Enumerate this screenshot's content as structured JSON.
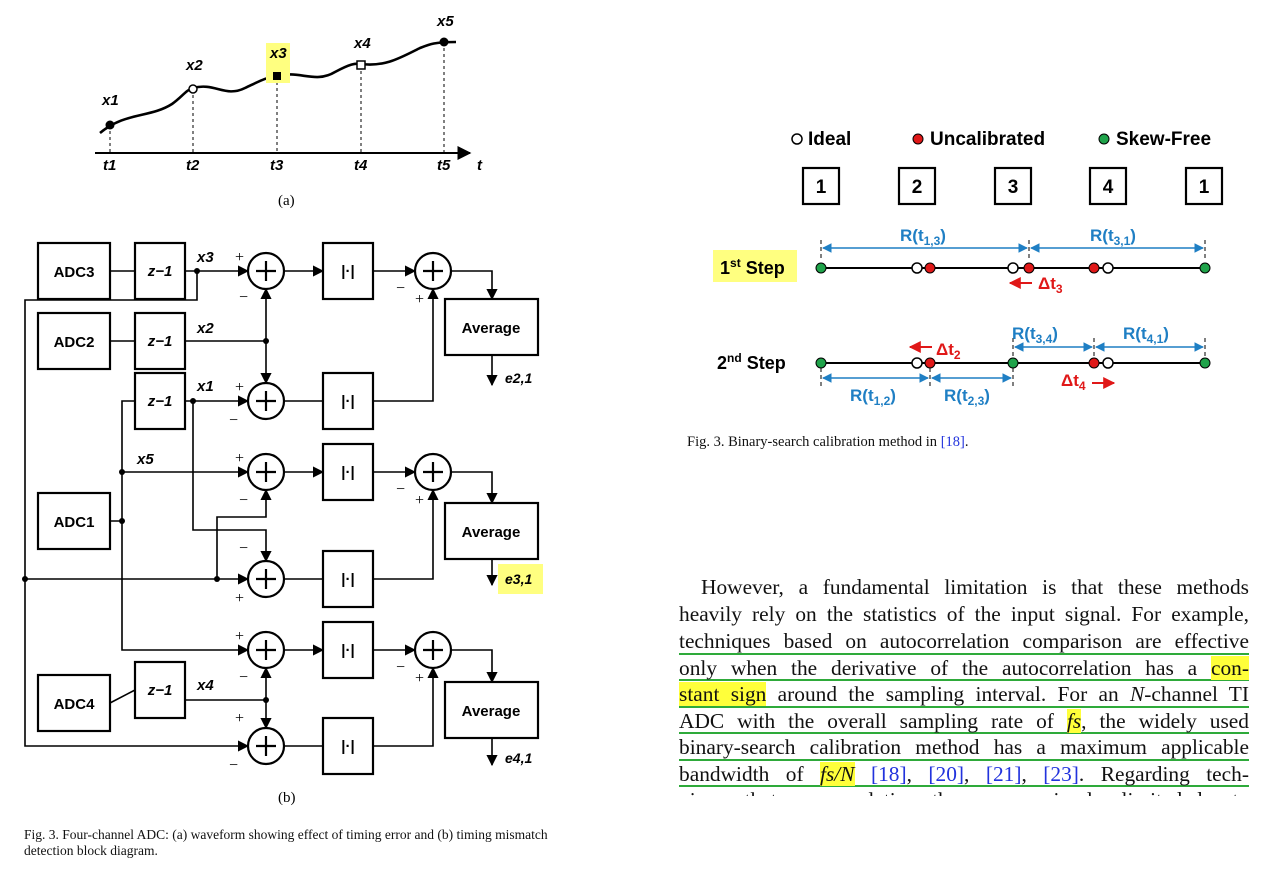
{
  "waveform": {
    "points": [
      "x1",
      "x2",
      "x3",
      "x4",
      "x5"
    ],
    "times": [
      "t1",
      "t2",
      "t3",
      "t4",
      "t5"
    ],
    "t_axis": "t",
    "subfig_label": "(a)"
  },
  "blockdiagram": {
    "adc1": "ADC1",
    "adc2": "ADC2",
    "adc3": "ADC3",
    "adc4": "ADC4",
    "delay": "z−1",
    "abs": "|·|",
    "average": "Average",
    "signals": [
      "x3",
      "x2",
      "x1",
      "x5",
      "x4"
    ],
    "outputs": [
      "e2,1",
      "e3,1",
      "e4,1"
    ],
    "subfig_label": "(b)"
  },
  "caption_left": "Fig. 3.   Four-channel ADC: (a) waveform showing effect of timing error and (b) timing mismatch detection block diagram.",
  "legend": {
    "ideal": "Ideal",
    "uncalibrated": "Uncalibrated",
    "skew_free": "Skew-Free"
  },
  "channels": [
    "1",
    "2",
    "3",
    "4",
    "1"
  ],
  "step1": {
    "label": "1st Step",
    "r_left": "R(t1,3)",
    "r_right": "R(t3,1)",
    "delta": "Δt3"
  },
  "step2": {
    "label": "2nd Step",
    "r_t12": "R(t1,2)",
    "r_t23": "R(t2,3)",
    "r_t34": "R(t3,4)",
    "r_t41": "R(t4,1)",
    "delta2": "Δt2",
    "delta4": "Δt4"
  },
  "caption_right": {
    "prefix": "Fig. 3.   Binary-search calibration method in ",
    "ref": "[18]",
    "suffix": "."
  },
  "paragraph": {
    "l1": "However, a fundamental limitation is that these methods",
    "l2": "heavily rely on the statistics of the input signal. For example,",
    "l3": "techniques based on autocorrelation comparison are effective",
    "l4a": "only when the derivative of the autocorrelation has a ",
    "l4b": "con-",
    "l5a": "stant sign",
    "l5b": " around the sampling interval. For an ",
    "l5c": "N",
    "l5d": "-channel TI",
    "l6a": "ADC with the overall sampling rate of ",
    "l6b": "fs",
    "l6c": ", the widely used",
    "l7": "binary-search calibration method has a maximum applicable",
    "l8a": "bandwidth of ",
    "l8b": "fs/N",
    "l8c": " ",
    "r18": "[18]",
    "r20": "[20]",
    "r21": "[21]",
    "r23": "[23]",
    "l8d": ". Regarding tech-",
    "l9": "niques that use correlation, the accuracy is also limited due to"
  }
}
